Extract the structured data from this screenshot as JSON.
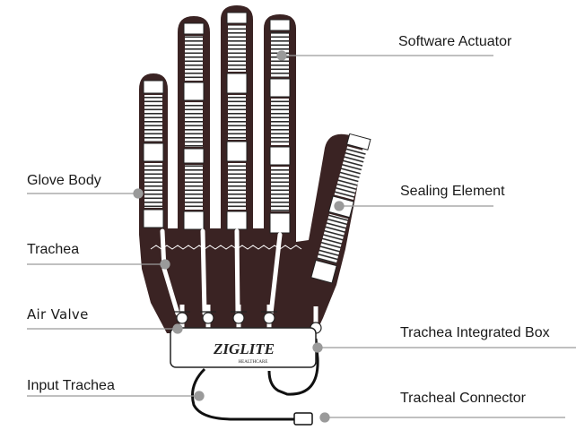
{
  "labels": {
    "software_actuator": "Software Actuator",
    "glove_body": "Glove Body",
    "sealing_element": "Sealing Element",
    "trachea": "Trachea",
    "air_valve": "Air Valve",
    "trachea_integrated_box": "Trachea Integrated Box",
    "input_trachea": "Input Trachea",
    "tracheal_connector": "Tracheal Connector"
  },
  "logo": {
    "brand": "ZIGLITE",
    "sub": "HEALTHCARE"
  },
  "colors": {
    "glove": "#3a2323",
    "line": "#9a9a9a",
    "ink": "#1a1a1a"
  }
}
